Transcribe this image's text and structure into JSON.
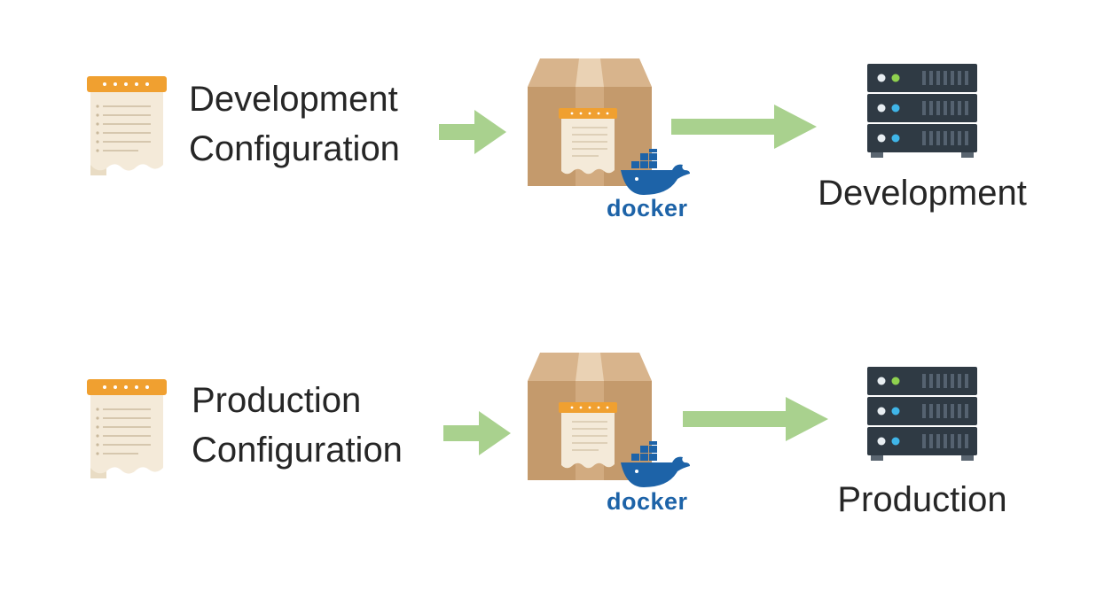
{
  "rows": [
    {
      "config_lines": [
        "Development",
        "Configuration"
      ],
      "container_brand": "docker",
      "environment": "Development"
    },
    {
      "config_lines": [
        "Production",
        "Configuration"
      ],
      "container_brand": "docker",
      "environment": "Production"
    }
  ],
  "colors": {
    "arrow": "#a9d18e",
    "box": "#c49a6c",
    "docker": "#1d63a8",
    "server": "#2f3a44",
    "document_header": "#f0a030"
  },
  "icons": {
    "config": "config-document-icon",
    "container": "shipping-box-icon",
    "brand": "docker-whale-icon",
    "server": "server-rack-icon"
  }
}
